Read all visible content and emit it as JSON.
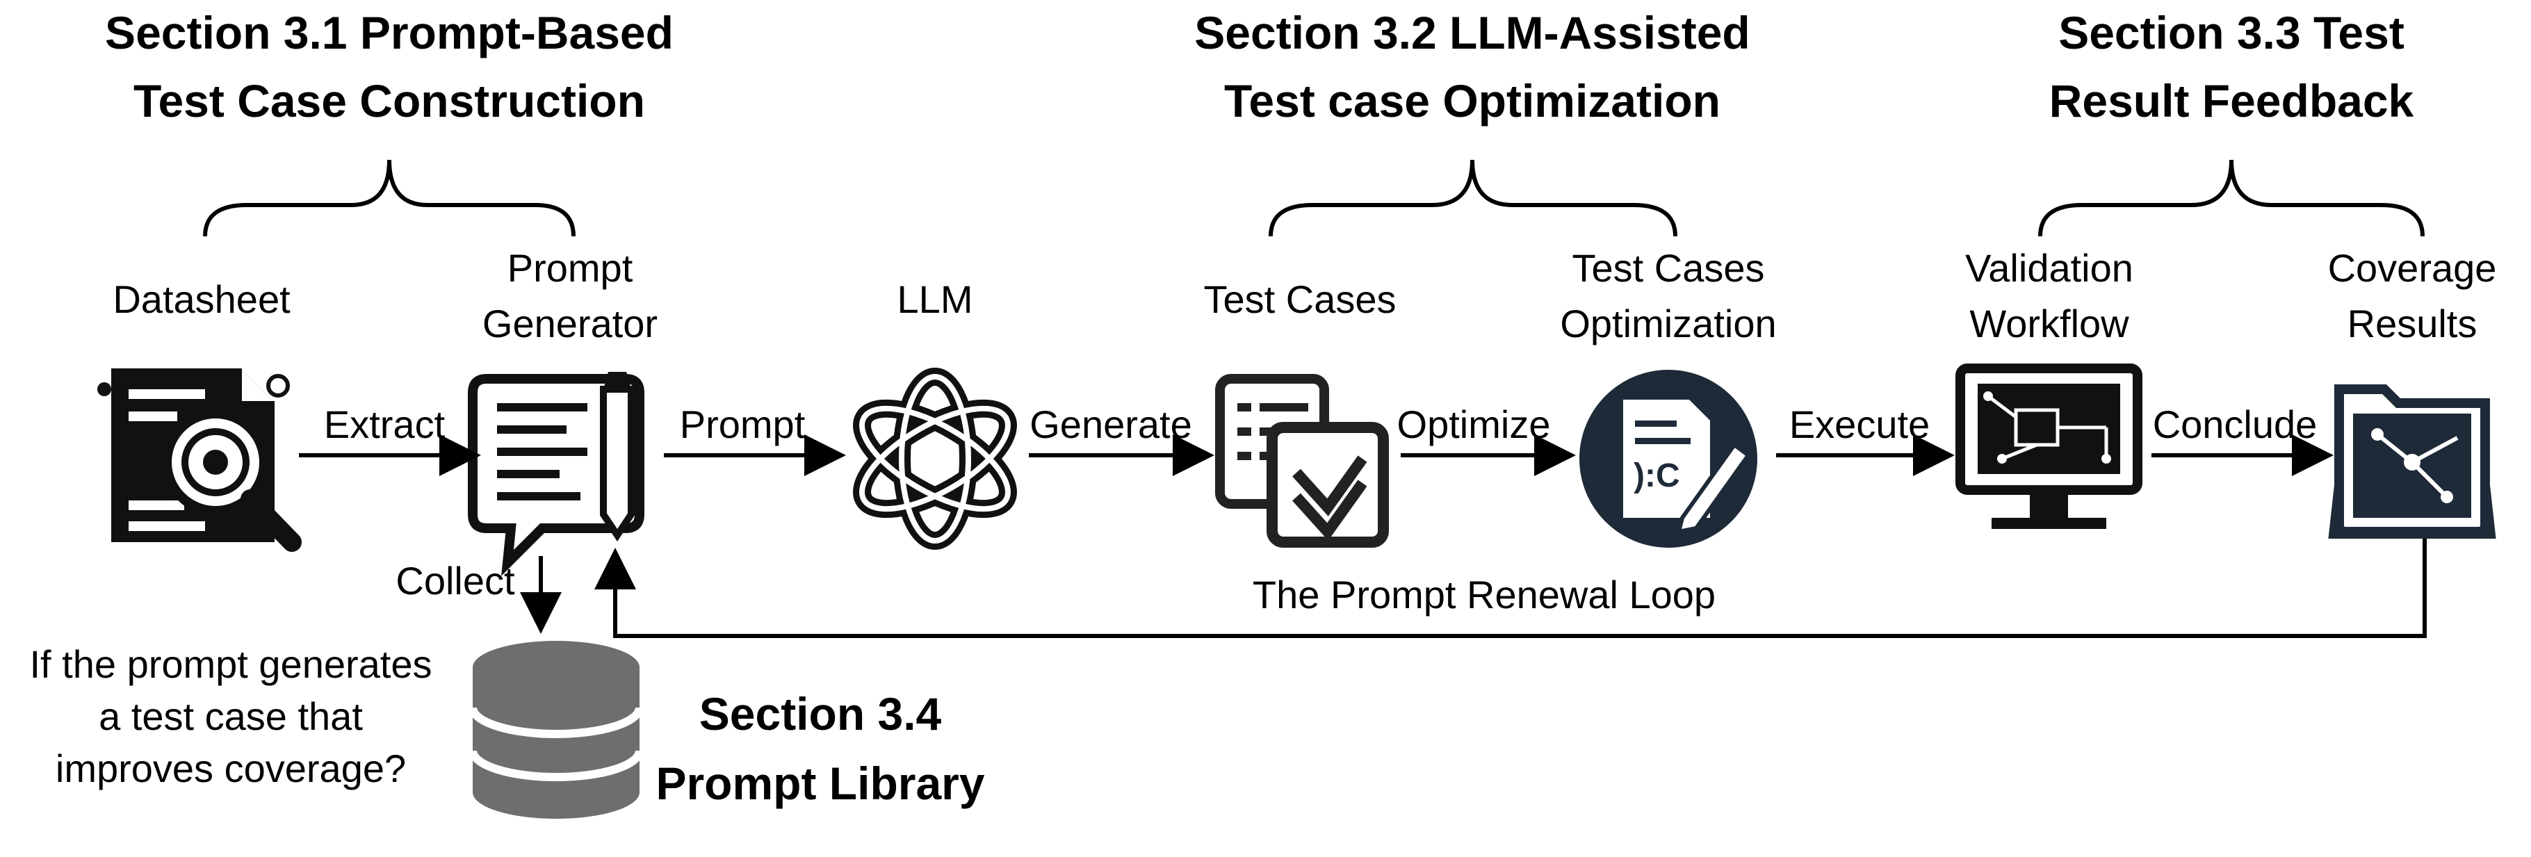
{
  "sections": {
    "s31": {
      "line1": "Section 3.1 Prompt-Based",
      "line2": "Test Case Construction"
    },
    "s32": {
      "line1": "Section 3.2 LLM-Assisted",
      "line2": "Test case Optimization"
    },
    "s33": {
      "line1": "Section 3.3 Test",
      "line2": "Result  Feedback"
    },
    "s34": {
      "line1": "Section 3.4",
      "line2": "Prompt Library"
    }
  },
  "nodes": {
    "datasheet": {
      "label": "Datasheet",
      "icon": "datasheet-magnifier-icon"
    },
    "prompt_generator": {
      "line1": "Prompt",
      "line2": "Generator",
      "icon": "chat-pencil-icon"
    },
    "llm": {
      "label": "LLM",
      "icon": "llm-knot-icon"
    },
    "test_cases": {
      "label": "Test Cases",
      "icon": "checklist-icon"
    },
    "optimization": {
      "line1": "Test Cases",
      "line2": "Optimization",
      "icon": "document-edit-icon"
    },
    "validation": {
      "line1": "Validation",
      "line2": "Workflow",
      "icon": "monitor-circuit-icon"
    },
    "coverage": {
      "line1": "Coverage",
      "line2": "Results",
      "icon": "folder-circuit-icon"
    },
    "prompt_library": {
      "icon": "database-icon"
    }
  },
  "edges": {
    "extract": "Extract",
    "prompt": "Prompt",
    "generate": "Generate",
    "optimize": "Optimize",
    "execute": "Execute",
    "conclude": "Conclude",
    "collect": "Collect"
  },
  "loop_label": "The Prompt Renewal Loop",
  "condition": {
    "line1": "If the prompt generates",
    "line2": "a test case that",
    "line3": "improves coverage?"
  },
  "colors": {
    "ink": "#000000",
    "icon_dark": "#1e2a38",
    "db_gray": "#6e6e6e"
  }
}
